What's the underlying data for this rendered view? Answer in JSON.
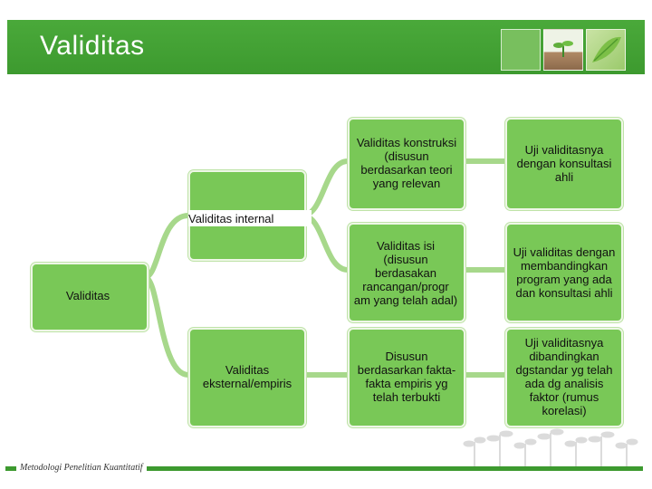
{
  "slide_title": "Validitas",
  "footer": "Metodologi Penelitian Kuantitatif",
  "colors": {
    "header": "#3d9a2f",
    "box": "#79c857",
    "connector": "#a7d88b"
  },
  "diagram": {
    "root": "Validitas",
    "internal": "Validitas internal",
    "external": "Validitas eksternal/empiris",
    "methods": {
      "konstruksi": "Validitas konstruksi (disusun berdasarkan teori yang relevan",
      "isi": "Validitas isi (disusun berdasakan rancangan/progr am yang telah adal)",
      "empiris": "Disusun berdasarkan fakta-fakta empiris yg telah terbukti"
    },
    "tests": {
      "konstruksi": "Uji validitasnya dengan konsultasi ahli",
      "isi": "Uji validitas dengan membandingkan program yang ada dan konsultasi ahli",
      "empiris": "Uji validitasnya dibandingkan dgstandar yg telah ada dg analisis faktor (rumus korelasi)"
    }
  }
}
